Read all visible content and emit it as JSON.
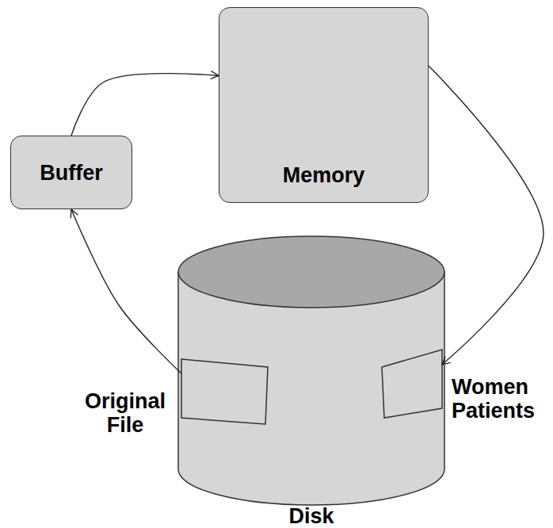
{
  "diagram": {
    "nodes": [
      {
        "text": [
          "Buffer"
        ]
      },
      {
        "text": [
          "Memory"
        ]
      },
      {
        "text": [
          "Disk"
        ]
      },
      {
        "text": [
          "Original File"
        ],
        "in": 2
      },
      {
        "text": [
          "Women Patients"
        ],
        "in": 2
      }
    ],
    "edges": [
      {
        "from": 3,
        "to": 0,
        "arrow": "to"
      },
      {
        "from": 0,
        "to": 1,
        "arrow": "to"
      },
      {
        "from": 1,
        "to": 4,
        "arrow": "to"
      }
    ]
  }
}
